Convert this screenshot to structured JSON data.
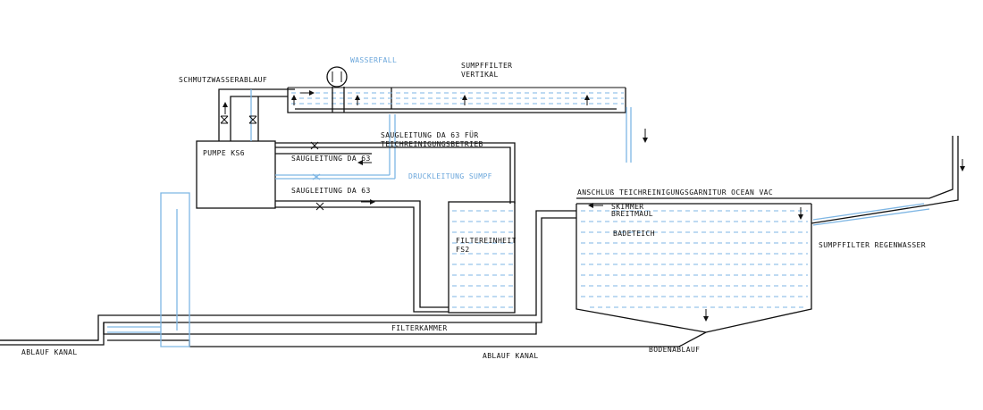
{
  "labels": {
    "schmutzwasserablauf": "SCHMUTZWASSERABLAUF",
    "wasserfall": "WASSERFALL",
    "sumpffilter_vertikal_1": "SUMPFFILTER",
    "sumpffilter_vertikal_2": "VERTIKAL",
    "pumpe": "PUMPE KS6",
    "saugleitung_betrieb_1": "SAUGLEITUNG DA 63 FÜR",
    "saugleitung_betrieb_2": "TEICHREINIGUNGSBETRIEB",
    "saugleitung_1": "SAUGLEITUNG DA 63",
    "druckleitung": "DRUCKLEITUNG SUMPF",
    "saugleitung_2": "SAUGLEITUNG DA 63",
    "anschluss": "ANSCHLUß TEICHREINIGUNGSGARNITUR OCEAN VAC",
    "skimmer_1": "SKIMMER",
    "skimmer_2": "BREITMAUL",
    "badeteich": "BADETEICH",
    "filtereinheit_1": "FILTEREINHEIT",
    "filtereinheit_2": "FS2",
    "sumpffilter_regenwasser": "SUMPFFILTER REGENWASSER",
    "filterkammer": "FILTERKAMMER",
    "ablauf_kanal_left": "ABLAUF KANAL",
    "ablauf_kanal_mid": "ABLAUF KANAL",
    "bodenablauf": "BODENABLAUF"
  },
  "colors": {
    "line": "#111111",
    "water": "#7eb6e4",
    "blue_text": "#6aa6db"
  },
  "icons": {
    "valve": "valve-icon",
    "pump": "pump-icon",
    "flow_arrow": "flow-arrow-icon"
  }
}
